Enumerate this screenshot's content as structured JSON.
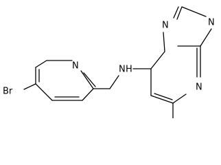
{
  "molecule": {
    "atoms": {
      "br": "Br",
      "n_pyridine": "N",
      "nh": "N",
      "h": "H",
      "n_triazole_top": "N",
      "n_triazole_right": "N",
      "n_pyrimidine": "N"
    }
  }
}
